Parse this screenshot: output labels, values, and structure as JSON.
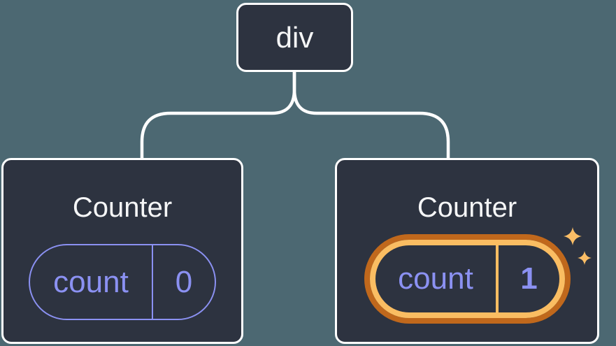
{
  "tree": {
    "root": {
      "label": "div"
    },
    "children": [
      {
        "title": "Counter",
        "state_key": "count",
        "state_value": "0",
        "highlighted": false
      },
      {
        "title": "Counter",
        "state_key": "count",
        "state_value": "1",
        "highlighted": true
      }
    ]
  },
  "icons": {
    "sparkles": "sparkles-icon"
  },
  "colors": {
    "background": "#4c6872",
    "node_fill": "#2d3340",
    "node_border": "#ffffff",
    "state_accent": "#8b91f2",
    "highlight_outer": "#c0681c",
    "highlight_inner": "#fabd62",
    "sparkle": "#fbbe66",
    "text_primary": "#f5f6f7"
  }
}
